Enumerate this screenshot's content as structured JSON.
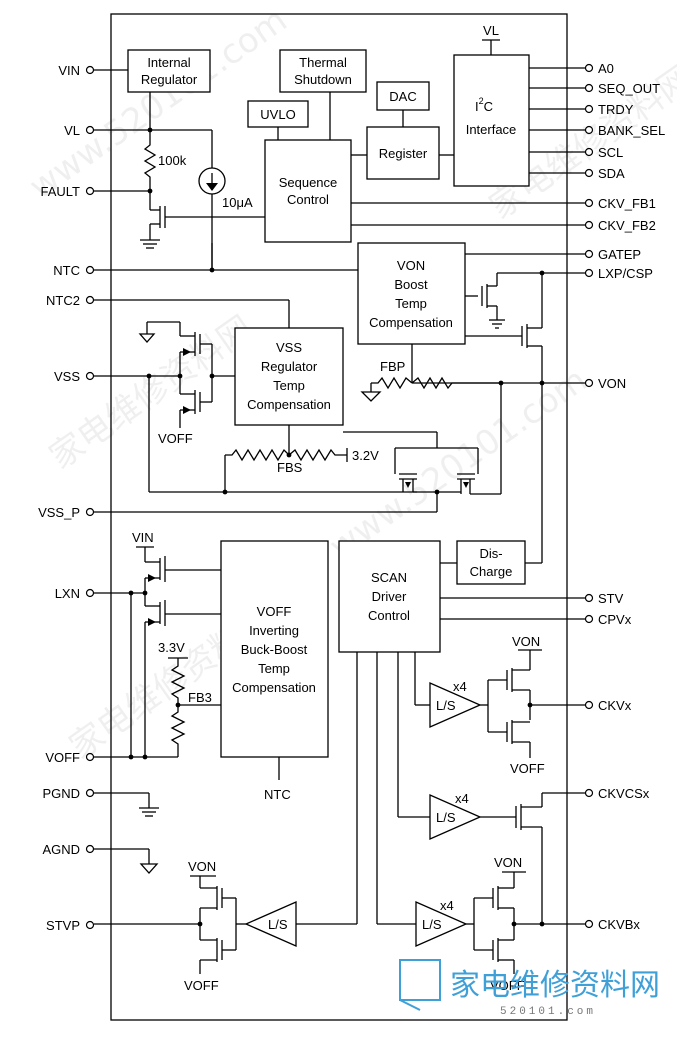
{
  "pins_left": [
    "VIN",
    "VL",
    "FAULT",
    "NTC",
    "NTC2",
    "VSS",
    "VSS_P",
    "LXN",
    "VOFF",
    "PGND",
    "AGND",
    "STVP"
  ],
  "pins_right": [
    "A0",
    "SEQ_OUT",
    "TRDY",
    "BANK_SEL",
    "SCL",
    "SDA",
    "CKV_FB1",
    "CKV_FB2",
    "GATEP",
    "LXP/CSP",
    "VON",
    "STV",
    "CPVx",
    "CKVx",
    "CKVCSx",
    "CKVBx"
  ],
  "blocks": {
    "internal_regulator": [
      "Internal",
      "Regulator"
    ],
    "thermal_shutdown": [
      "Thermal",
      "Shutdown"
    ],
    "uvlo": "UVLO",
    "dac": "DAC",
    "register": "Register",
    "i2c": {
      "main": "I",
      "sup": "2",
      "tail": "C",
      "line2": "Interface"
    },
    "sequence_control": [
      "Sequence",
      "Control"
    ],
    "von_boost": [
      "VON",
      "Boost",
      "Temp",
      "Compensation"
    ],
    "vss_regulator": [
      "VSS",
      "Regulator",
      "Temp",
      "Compensation"
    ],
    "discharge": [
      "Dis-",
      "Charge"
    ],
    "scan_driver": [
      "SCAN",
      "Driver",
      "Control"
    ],
    "voff_inverting": [
      "VOFF",
      "Inverting",
      "Buck-Boost",
      "Temp",
      "Compensation"
    ]
  },
  "internal_labels": {
    "vl_top": "VL",
    "r100k": "100k",
    "i10ua": "10μA",
    "fbp": "FBP",
    "fbs": "FBS",
    "v32": "3.2V",
    "voff_vss": "VOFF",
    "vin_lxn": "VIN",
    "v33": "3.3V",
    "fb3": "FB3",
    "ntc_bottom": "NTC",
    "ls": "L/S",
    "x4": "x4",
    "von_ckvx": "VON",
    "voff_ckvx": "VOFF",
    "von_ckvb": "VON",
    "voff_ckvb": "VOFF",
    "von_stvp": "VON",
    "voff_stvp": "VOFF"
  },
  "watermark": {
    "logo": "家电维修资料网",
    "url": "520101.com"
  }
}
